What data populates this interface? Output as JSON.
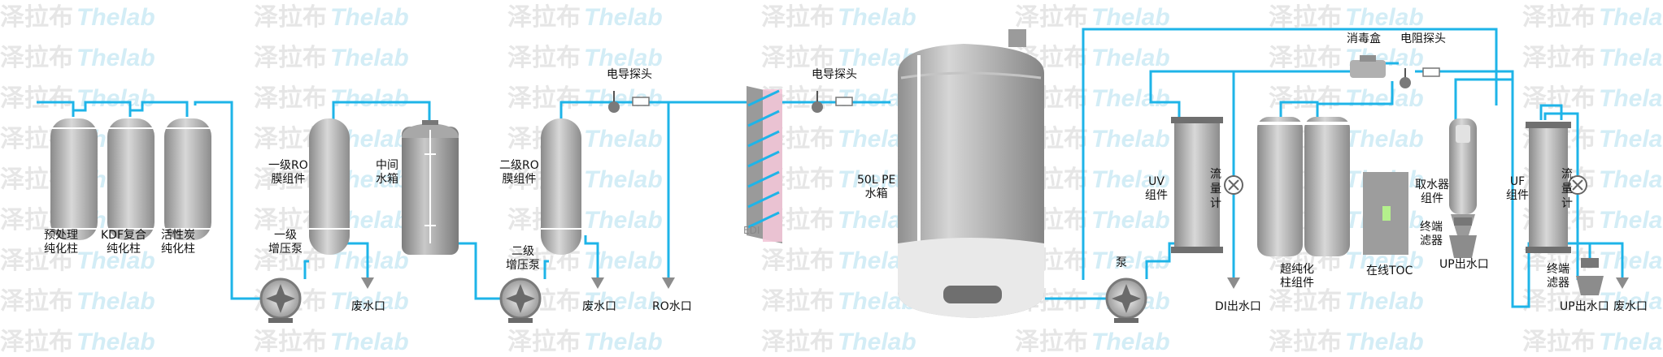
{
  "watermark": {
    "cn": "泽拉布",
    "en": "Thelab"
  },
  "colors": {
    "pipe": "#1eb4e8",
    "vessel_dark": "#8a8a8a",
    "vessel_light": "#d4d4d4",
    "drain": "#8c8c8c"
  },
  "components": {
    "pretreat": "预处理\n纯化柱",
    "kdf": "KDF复合\n纯化柱",
    "carbon": "活性炭\n纯化柱",
    "pump1": "一级\n增压泵",
    "ro1": "一级RO\n膜组件",
    "mid_tank": "中间\n水箱",
    "drain1": "废水口",
    "ro2": "二级RO\n膜组件",
    "pump2": "二级\n增压泵",
    "drain2": "废水口",
    "cond1": "电导探头",
    "ro_outlet": "RO水口",
    "edi": "EDI",
    "cond2": "电导探头",
    "tank50": "50L PE\n水箱",
    "pump3": "泵",
    "uv": "UV\n组件",
    "flow1": "流量计",
    "di_outlet": "DI出水口",
    "disinfect": "消毒盒",
    "resist": "电阻探头",
    "ultra": "超纯化\n柱组件",
    "toc": "在线TOC",
    "dispenser": "取水器\n组件",
    "filter1": "终端\n滤器",
    "up_outlet1": "UP出水口",
    "uf": "UF\n组件",
    "flow2": "流量计",
    "filter2": "终端\n滤器",
    "up_outlet2": "UP出水口",
    "drain3": "废水口"
  }
}
